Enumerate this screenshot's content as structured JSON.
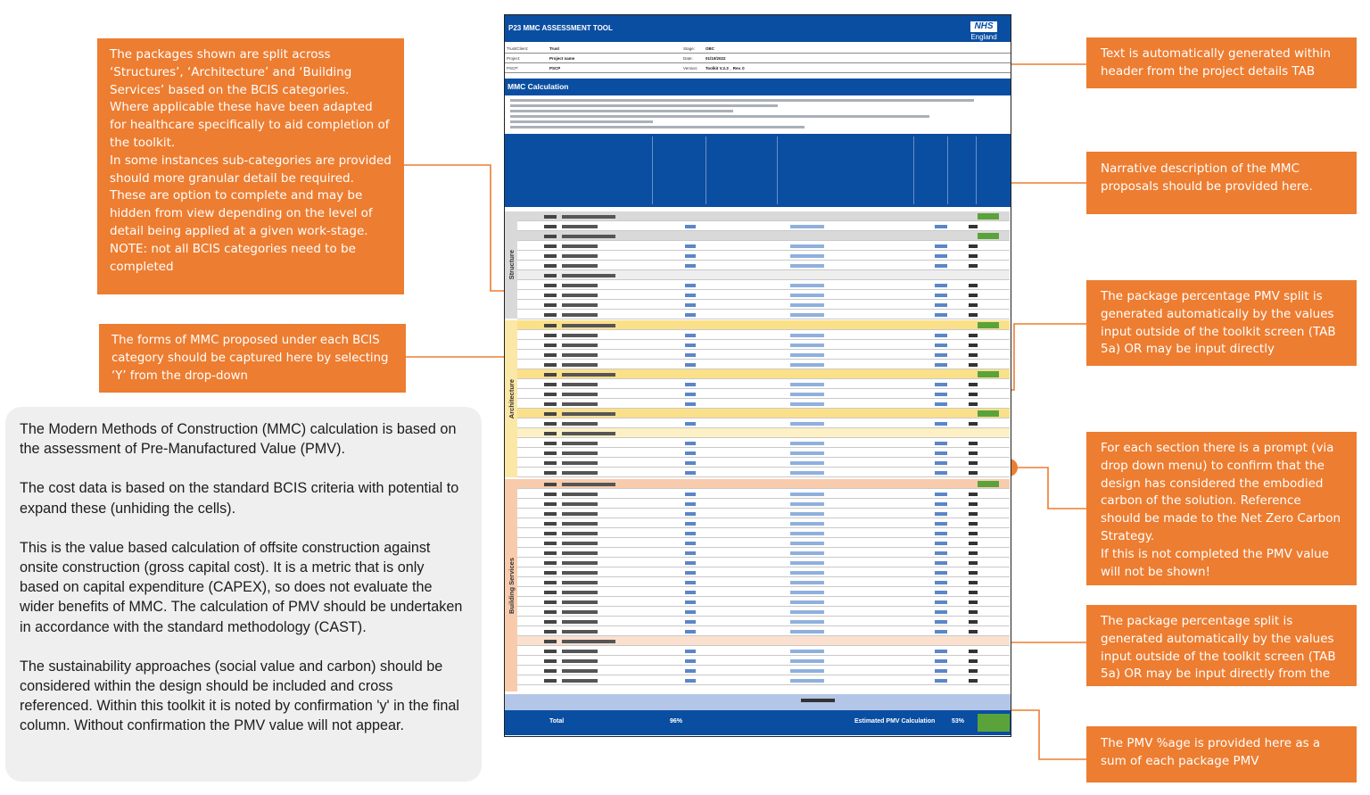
{
  "callouts": {
    "packages": [
      "The packages shown are split across",
      "‘Structures’, ‘Architecture’ and ‘Building",
      "Services’ based on the BCIS categories.",
      "Where applicable these have been adapted",
      "for healthcare specifically to aid completion of",
      "the toolkit.",
      "In some instances sub-categories are provided",
      "should more granular detail be required.",
      "These are option to complete and may be",
      "hidden from view depending on the level of",
      "detail being applied at a given work-stage.",
      "NOTE: not all BCIS categories need to be",
      "completed"
    ],
    "forms": [
      "The forms of MMC proposed under each BCIS",
      "category should be captured here by selecting",
      "‘Y’ from the drop-down"
    ],
    "header_text": [
      "Text is automatically generated within",
      "header from the project details TAB"
    ],
    "narrative": [
      "Narrative description of the MMC",
      "proposals should be provided here."
    ],
    "pmv_split": [
      "The package percentage PMV split is",
      "generated automatically by the values",
      "input outside of the toolkit screen (TAB",
      "5a) OR may be input directly"
    ],
    "section_prompt": [
      "For each section there is a prompt (via",
      "drop down menu) to confirm that the",
      "design has considered the embodied",
      "carbon of the solution. Reference",
      "should be made to the Net Zero Carbon",
      "Strategy.",
      "If this is not completed the PMV value",
      "will not be shown!"
    ],
    "package_split": [
      "The package percentage split is",
      "generated automatically by the values",
      "input outside of the toolkit screen (TAB",
      "5a) OR may be input directly from the"
    ],
    "pmv_sum": [
      "The PMV %age is provided here as a",
      "sum of each package PMV"
    ]
  },
  "note": {
    "paragraphs": [
      "The Modern Methods of Construction (MMC) calculation is based on the assessment of Pre-Manufactured Value (PMV).",
      "The cost data is based on the standard BCIS criteria with potential to expand these (unhiding the cells).",
      "This is the value based calculation of offsite construction against onsite construction (gross capital cost). It is a metric that is only based on capital expenditure (CAPEX), so does not evaluate the wider benefits of MMC. The calculation of PMV should be undertaken in accordance with the standard methodology (CAST).",
      "The sustainability approaches (social value and carbon) should be considered within the design should be included and cross referenced. Within this toolkit it is noted by confirmation 'y' in the final column. Without confirmation the PMV value will not appear."
    ]
  },
  "sheet": {
    "title": "P23 MMC ASSESSMENT TOOL",
    "nhs_logo": "NHS",
    "nhs_region": "England",
    "details": [
      {
        "label": "Trust/Client:",
        "value": "Trust",
        "label2": "Stage:",
        "value2": "OBC"
      },
      {
        "label": "Project:",
        "value": "Project name",
        "label2": "Date:",
        "value2": "01/10/2022"
      },
      {
        "label": "PSCP:",
        "value": "PSCP",
        "label2": "Version:",
        "value2": "Toolkit V.2.3 _ Rev. 0"
      }
    ],
    "calc_title": "MMC Calculation",
    "sections": {
      "structure": "Structure",
      "architecture": "Architecture",
      "services": "Building Services"
    },
    "total_label": "Total",
    "total_value": "96%",
    "pmv_label": "Estimated PMV Calculation",
    "pmv_value": "53%"
  },
  "colors": {
    "callout": "#ed7d31",
    "nhs_blue": "#0a4ea2",
    "confirm_green": "#5aa33a"
  }
}
